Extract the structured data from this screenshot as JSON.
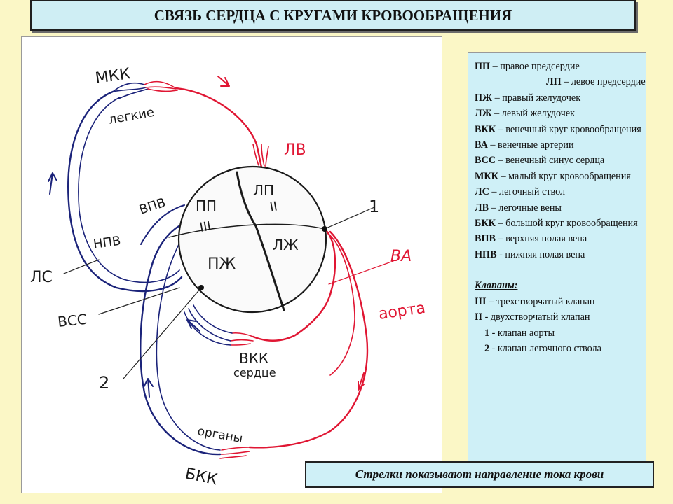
{
  "title": "СВЯЗЬ СЕРДЦА С КРУГАМИ КРОВООБРАЩЕНИЯ",
  "diagram": {
    "labels": {
      "mkk": "МКК",
      "lungs": "легкие",
      "lv": "ЛВ",
      "ls": "ЛС",
      "vpv": "ВПВ",
      "npv": "НПВ",
      "pp": "ПП",
      "lp": "ЛП",
      "pzh": "ПЖ",
      "lzh": "ЛЖ",
      "tricuspid_mark": "III",
      "bicuspid_mark": "II",
      "valve1": "1",
      "valve2": "2",
      "va": "ВА",
      "aorta": "аорта",
      "vss": "ВСС",
      "vkk": "ВКК",
      "heart": "сердце",
      "organs": "органы",
      "bkk": "БКК"
    },
    "colors": {
      "venous": "#1b237a",
      "arterial": "#e01633",
      "ink": "#222222"
    }
  },
  "legend": {
    "entries": [
      {
        "abbr": "ПП",
        "text": " – правое предсердие"
      },
      {
        "abbr": "ЛП",
        "text": " – левое предсердие"
      },
      {
        "abbr": "ПЖ",
        "text": " – правый желудочек"
      },
      {
        "abbr": "ЛЖ",
        "text": " – левый желудочек"
      },
      {
        "abbr": "ВКК",
        "text": " – венечный круг кровообращения"
      },
      {
        "abbr": "ВА",
        "text": " – венечные артерии"
      },
      {
        "abbr": "ВСС",
        "text": " – венечный синус сердца"
      },
      {
        "abbr": "МКК",
        "text": " – малый круг кровообращения"
      },
      {
        "abbr": "ЛС",
        "text": " – легочный ствол"
      },
      {
        "abbr": "ЛВ",
        "text": " – легочные вены"
      },
      {
        "abbr": "БКК",
        "text": " – большой круг кровообращения"
      },
      {
        "abbr": "ВПВ",
        "text": " – верхняя полая вена"
      },
      {
        "abbr": "НПВ",
        "text": " -  нижняя полая вена"
      }
    ],
    "valves_title": "Клапаны:",
    "valves": [
      {
        "abbr": "III",
        "text": " – трехстворчатый клапан"
      },
      {
        "abbr": "II",
        "text": " -   двухстворчатый клапан"
      },
      {
        "abbr": "1",
        "text": " -  клапан аорты"
      },
      {
        "abbr": "2",
        "text": " -  клапан легочного ствола"
      }
    ]
  },
  "footer": "Стрелки показывают  направление тока крови"
}
